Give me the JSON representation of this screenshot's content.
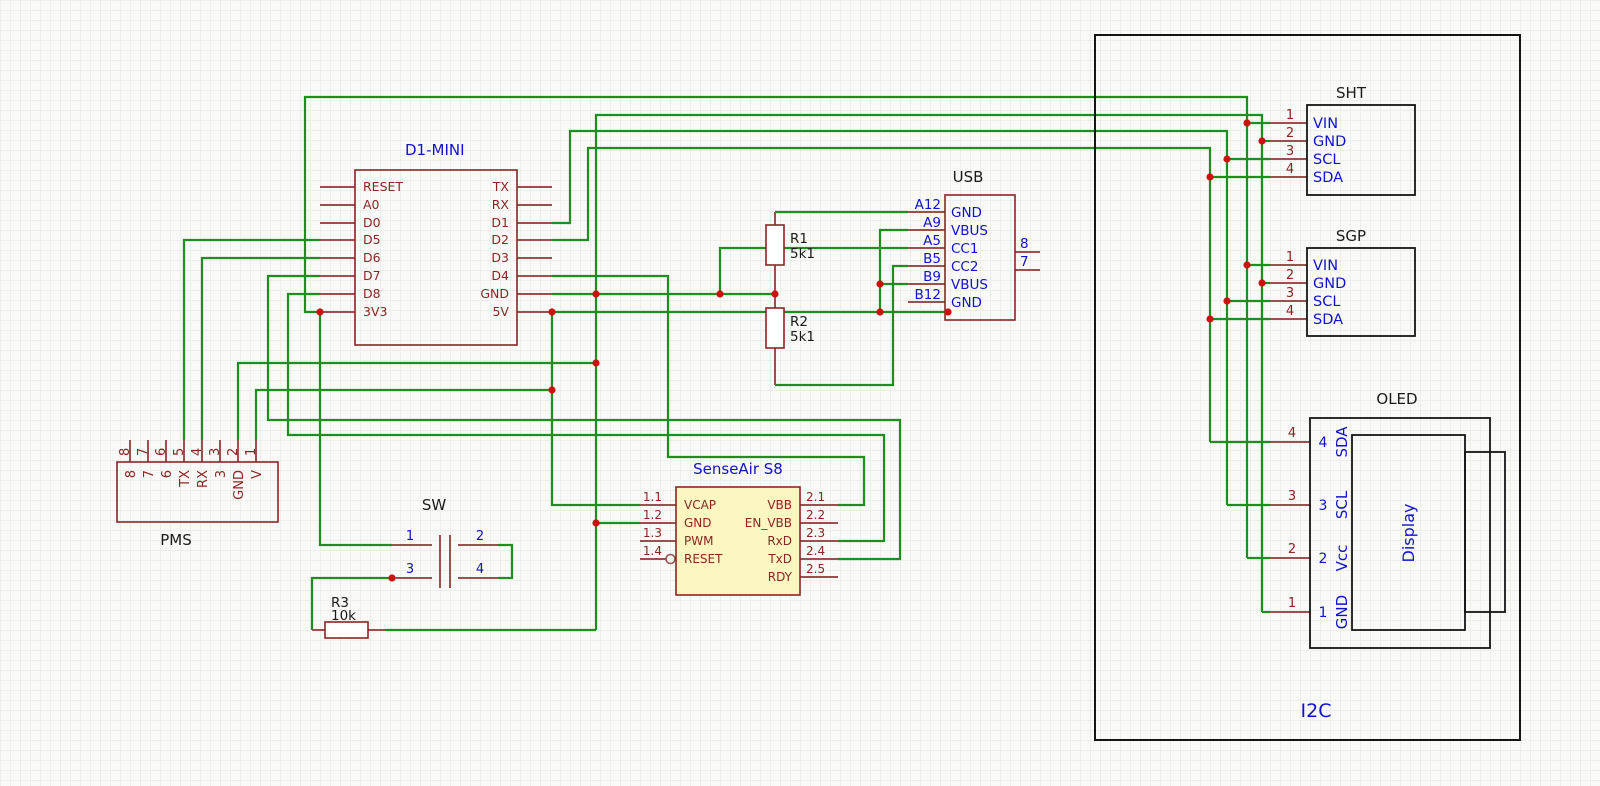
{
  "schematic": {
    "d1mini": {
      "title": "D1-MINI",
      "left_pins": [
        "RESET",
        "A0",
        "D0",
        "D5",
        "D6",
        "D7",
        "D8",
        "3V3"
      ],
      "right_pins": [
        "TX",
        "RX",
        "D1",
        "D2",
        "D3",
        "D4",
        "GND",
        "5V"
      ]
    },
    "pms": {
      "title": "PMS",
      "pin_numbers": [
        "8",
        "7",
        "6",
        "5",
        "4",
        "3",
        "2",
        "1"
      ],
      "pin_labels": [
        "8",
        "7",
        "6",
        "TX",
        "RX",
        "3",
        "GND",
        "V"
      ]
    },
    "sw": {
      "title": "SW",
      "pin_numbers": [
        "1",
        "2",
        "3",
        "4"
      ]
    },
    "r1": {
      "name": "R1",
      "value": "5k1"
    },
    "r2": {
      "name": "R2",
      "value": "5k1"
    },
    "r3": {
      "name": "R3",
      "value": "10k"
    },
    "usb": {
      "title": "USB",
      "pad_labels": [
        "A12",
        "A9",
        "A5",
        "B5",
        "B9",
        "B12"
      ],
      "pin_names": [
        "GND",
        "VBUS",
        "CC1",
        "CC2",
        "VBUS",
        "GND"
      ],
      "right_pin_numbers": [
        "8",
        "7"
      ]
    },
    "senseair": {
      "title": "SenseAir S8",
      "left_pin_numbers": [
        "1.1",
        "1.2",
        "1.3",
        "1.4"
      ],
      "left_pin_names": [
        "VCAP",
        "GND",
        "PWM",
        "RESET"
      ],
      "right_pin_numbers": [
        "2.1",
        "2.2",
        "2.3",
        "2.4",
        "2.5"
      ],
      "right_pin_names": [
        "VBB",
        "EN_VBB",
        "RxD",
        "TxD",
        "RDY"
      ]
    },
    "sht": {
      "title": "SHT",
      "pin_numbers": [
        "1",
        "2",
        "3",
        "4"
      ],
      "pin_names": [
        "VIN",
        "GND",
        "SCL",
        "SDA"
      ]
    },
    "sgp": {
      "title": "SGP",
      "pin_numbers": [
        "1",
        "2",
        "3",
        "4"
      ],
      "pin_names": [
        "VIN",
        "GND",
        "SCL",
        "SDA"
      ]
    },
    "oled": {
      "title": "OLED",
      "outer_pin_numbers": [
        "4",
        "3",
        "2",
        "1"
      ],
      "inner_pin_numbers": [
        "4",
        "3",
        "2",
        "1"
      ],
      "pin_names": [
        "SDA",
        "SCL",
        "Vcc",
        "GND"
      ],
      "display_label": "Display"
    },
    "i2c_group": {
      "title": "I2C"
    }
  },
  "colors": {
    "wire_green": "#1e8e1e",
    "component_red": "#8b2525",
    "net_blue": "#1212cc",
    "text_black": "#1b1b1b",
    "junction_red": "#cc1111",
    "senseair_fill": "#fcf7c0",
    "background": "#f9faf7"
  }
}
